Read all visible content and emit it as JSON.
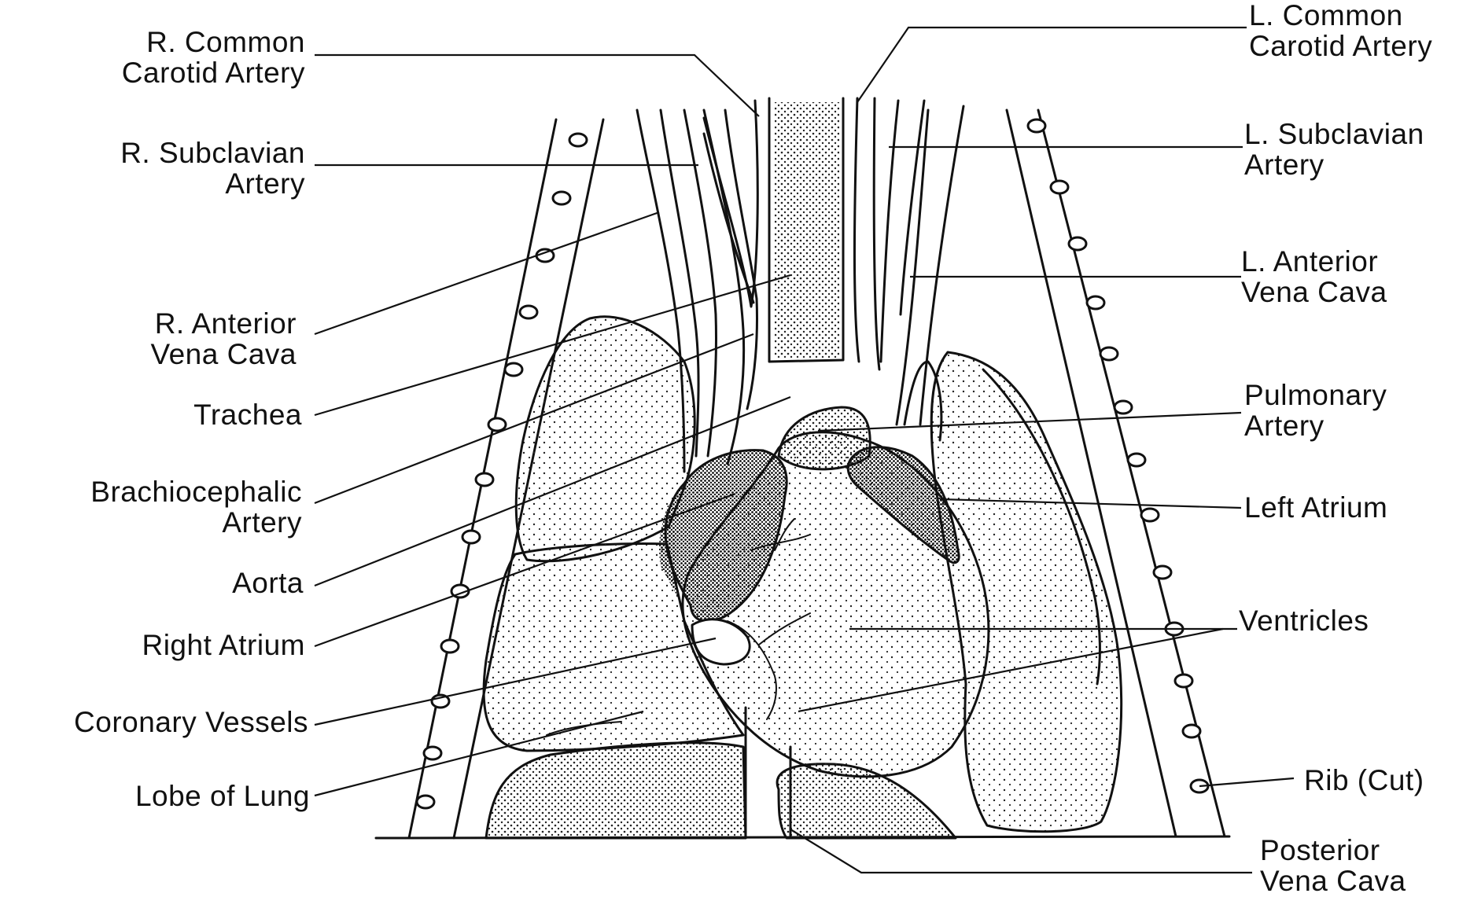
{
  "labels": {
    "r_common_carotid": "R. Common\nCarotid Artery",
    "r_subclavian": "R. Subclavian\nArtery",
    "r_anterior_vena_cava": "R. Anterior\nVena Cava",
    "trachea": "Trachea",
    "brachiocephalic": "Brachiocephalic\nArtery",
    "aorta": "Aorta",
    "right_atrium": "Right Atrium",
    "coronary_vessels": "Coronary Vessels",
    "lobe_of_lung": "Lobe of Lung",
    "l_common_carotid": "L. Common\nCarotid Artery",
    "l_subclavian": "L. Subclavian\nArtery",
    "l_anterior_vena_cava": "L. Anterior\nVena Cava",
    "pulmonary_artery": "Pulmonary\nArtery",
    "left_atrium": "Left Atrium",
    "ventricles": "Ventricles",
    "rib_cut": "Rib (Cut)",
    "posterior_vena_cava": "Posterior\nVena Cava"
  }
}
